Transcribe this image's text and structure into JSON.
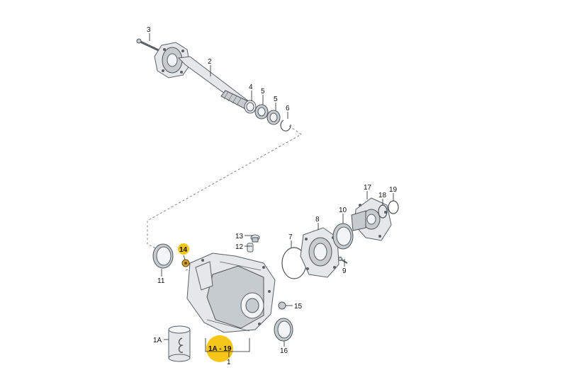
{
  "colors": {
    "highlight": "#f5c518",
    "line": "#222222",
    "metal": "#e4e8ea"
  },
  "parts": {
    "p1": "1",
    "p1A": "1A",
    "p1A19": "1A - 19",
    "p2": "2",
    "p3": "3",
    "p4": "4",
    "p5a": "5",
    "p5b": "5",
    "p6": "6",
    "p7": "7",
    "p8": "8",
    "p9": "9",
    "p10": "10",
    "p11": "11",
    "p12": "12",
    "p13": "13",
    "p14": "14",
    "p15": "15",
    "p16": "16",
    "p17": "17",
    "p18": "18",
    "p19": "19"
  }
}
